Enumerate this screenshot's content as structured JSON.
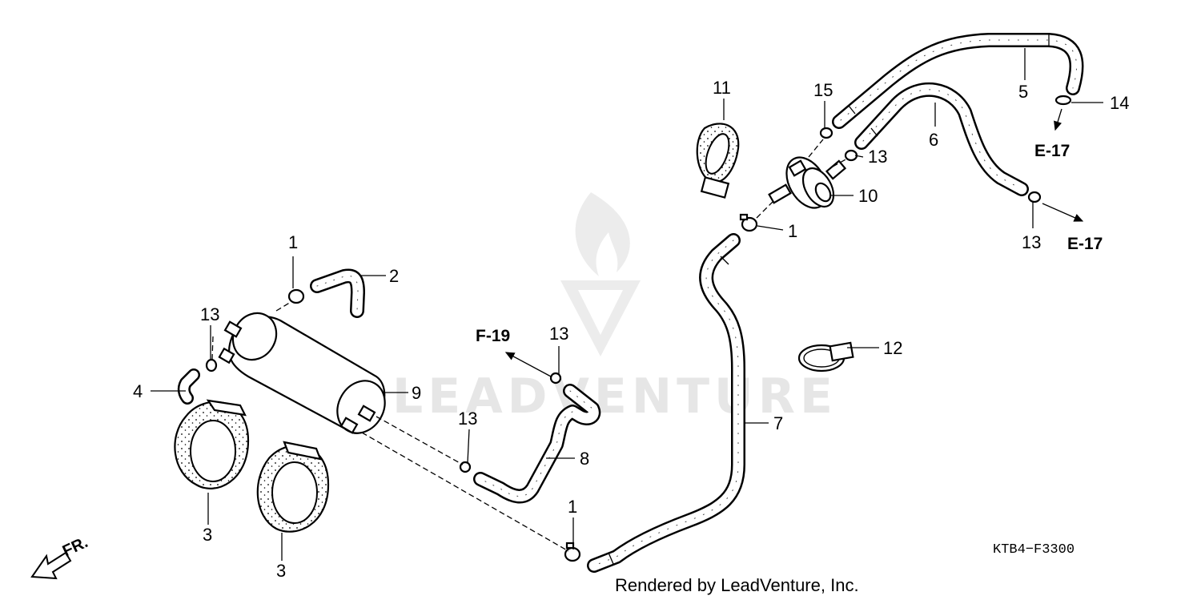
{
  "diagram": {
    "watermark_text": "LEADVENTURE",
    "direction_label": "FR.",
    "diagram_code": "KTB4−F3300",
    "footer_text": "Rendered by LeadVenture, Inc.",
    "references": {
      "f19": "F-19",
      "e17_top": "E-17",
      "e17_right": "E-17"
    },
    "callouts": {
      "c1_top": "1",
      "c1_mid": "1",
      "c1_bottom": "1",
      "c2": "2",
      "c3_left": "3",
      "c3_right": "3",
      "c4": "4",
      "c5": "5",
      "c6": "6",
      "c7": "7",
      "c8": "8",
      "c9": "9",
      "c10": "10",
      "c11": "11",
      "c12": "12",
      "c13_canister": "13",
      "c13_f19": "13",
      "c13_hose8": "13",
      "c13_valve": "13",
      "c13_right": "13",
      "c14": "14",
      "c15": "15"
    }
  }
}
